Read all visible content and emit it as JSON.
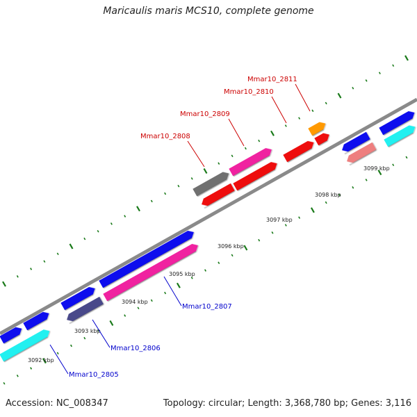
{
  "title": "Maricaulis maris MCS10, complete genome",
  "footer": {
    "accession": "Accession: NC_008347",
    "summary": "Topology: circular; Length: 3,368,780 bp; Genes: 3,116"
  },
  "colors": {
    "backbone": "#8a8a8a",
    "tick": "#1a7a1a",
    "label_forward": "#cc0000",
    "label_reverse": "#0000cc",
    "blue": "#1010ee",
    "cyan": "#22f0f0",
    "magenta": "#f020a0",
    "navy": "#4a4a8a",
    "red": "#ee1010",
    "gray": "#707070",
    "salmon": "#ee7f7f",
    "orange": "#ff9900"
  },
  "kbp_labels": [
    "3092 kbp",
    "3093 kbp",
    "3094 kbp",
    "3095 kbp",
    "3096 kbp",
    "3097 kbp",
    "3098 kbp",
    "3099 kbp"
  ],
  "gene_labels": {
    "forward": [
      "Mmar10_2808",
      "Mmar10_2809",
      "Mmar10_2810",
      "Mmar10_2811"
    ],
    "reverse": [
      "Mmar10_2805",
      "Mmar10_2806",
      "Mmar10_2807"
    ]
  }
}
